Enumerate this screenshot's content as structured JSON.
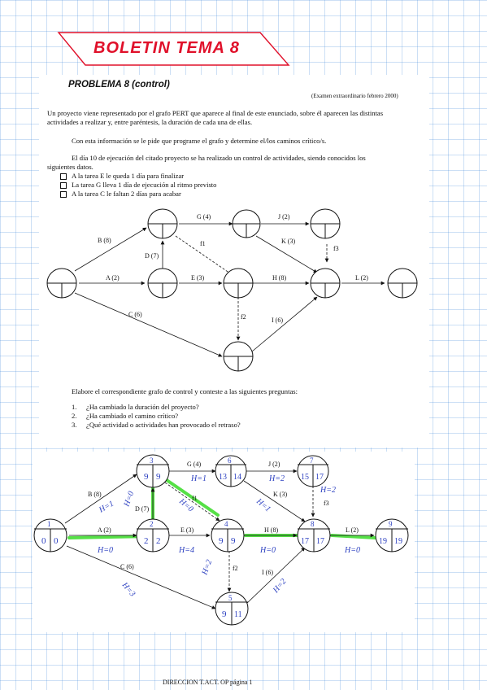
{
  "header": {
    "title": "BOLETIN TEMA   8"
  },
  "problem": {
    "heading": "PROBLEMA 8 (control)",
    "exam_ref": "(Examen extraordinario febrero 2000)",
    "intro_1": "Un proyecto viene representado por el grafo PERT que aparece al final de este enunciado, sobre él aparecen las distintas",
    "intro_2": "actividades a realizar y, entre paréntesis, la duración de cada una de ellas.",
    "request": "Con esta información se le pide que programe el grafo y determine el/los caminos crítico/s.",
    "control_1": "El día 10 de ejecución del citado proyecto se ha realizado un control de actividades, siendo conocidos los",
    "control_2": "siguientes datos.",
    "bullets": [
      "A la tarea E le queda 1 día para finalizar",
      "La tarea G lleva 1 día de ejecución al ritmo previsto",
      "A la tarea C le faltan 2 días para acabar"
    ],
    "elaborate": "Elabore el correspondiente grafo de control y conteste a las siguientes preguntas:",
    "questions": [
      {
        "n": "1.",
        "text": "¿Ha cambiado la duración del proyecto?"
      },
      {
        "n": "2.",
        "text": "¿Ha cambiado el camino crítico?"
      },
      {
        "n": "3.",
        "text": "¿Qué actividad o actividades han provocado el retraso?"
      }
    ]
  },
  "graph1": {
    "labels": {
      "B": "B (8)",
      "G": "G (4)",
      "J": "J (2)",
      "K": "K (3)",
      "f1": "f1",
      "f3": "f3",
      "D": "D (7)",
      "A": "A (2)",
      "E": "E (3)",
      "H": "H (8)",
      "L": "L (2)",
      "C": "C (6)",
      "f2": "f2",
      "I": "I (6)"
    }
  },
  "graph2": {
    "labels": {
      "B": "B (8)",
      "G": "G (4)",
      "J": "J (2)",
      "K": "K (3)",
      "f1": "f1",
      "f3": "f3",
      "D": "D (7)",
      "A": "A (2)",
      "E": "E (3)",
      "H": "H (8)",
      "L": "L (2)",
      "C": "C (6)",
      "f2": "f2",
      "I": "I (6)"
    },
    "nodes": {
      "n1": {
        "id": "1",
        "a": "0",
        "b": "0"
      },
      "n2": {
        "id": "2",
        "a": "2",
        "b": "2"
      },
      "n3": {
        "id": "3",
        "a": "9",
        "b": "9"
      },
      "n4": {
        "id": "4",
        "a": "9",
        "b": "9"
      },
      "n5": {
        "id": "5",
        "a": "9",
        "b": "11"
      },
      "n6": {
        "id": "6",
        "a": "13",
        "b": "14"
      },
      "n7": {
        "id": "7",
        "a": "15",
        "b": "17"
      },
      "n8": {
        "id": "8",
        "a": "17",
        "b": "17"
      },
      "n9": {
        "id": "9",
        "a": "19",
        "b": "19"
      }
    },
    "handwritten": {
      "B": "H=1",
      "A": "H=0",
      "D": "H=0",
      "f1": "H=0",
      "G": "H=1",
      "J": "H=2",
      "K": "H=1",
      "f3": "H=2",
      "E": "H=4",
      "H": "H=0",
      "L": "H=0",
      "f2": "H=2",
      "C": "H=3",
      "I": "H=2"
    },
    "colors": {
      "ink": "#2b3fc0",
      "critical": "#44dd33"
    }
  },
  "footer": {
    "text": "DIRECCION T.ACT. OP página 1"
  }
}
